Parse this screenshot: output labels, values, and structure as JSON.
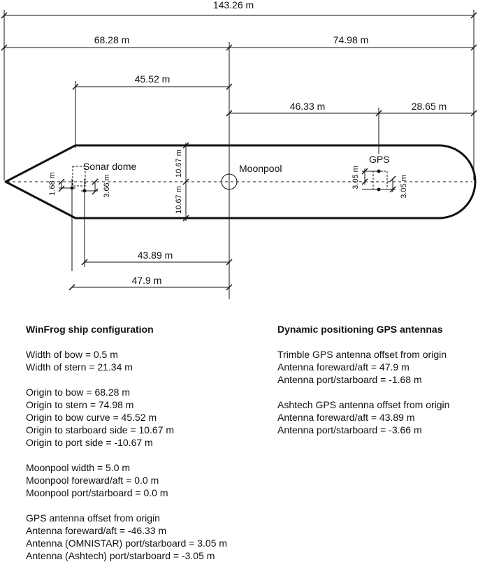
{
  "dimensions": {
    "total": "143.26 m",
    "origin_to_bow": "68.28 m",
    "origin_to_stern": "74.98 m",
    "bow_curve": "45.52 m",
    "gps_from_origin": "46.33 m",
    "gps_to_stern": "28.65 m",
    "ashtech_fa": "43.89 m",
    "trimble_fa": "47.9 m",
    "starboard_side": "10.67 m",
    "port_side": "10.67 m",
    "trimble_ps": "1.68 m",
    "ashtech_ps": "3.66 m",
    "gps_omni_ps": "3.05 m",
    "gps_ash_ps": "3.05 m"
  },
  "labels": {
    "sonar_dome": "Sonar dome",
    "moonpool": "Moonpool",
    "gps": "GPS"
  },
  "left_notes": {
    "heading": "WinFrog ship configuration",
    "groups": [
      [
        "Width of bow = 0.5 m",
        "Width of stern = 21.34 m"
      ],
      [
        "Origin to bow = 68.28 m",
        "Origin to stern = 74.98 m",
        "Origin to bow curve = 45.52 m",
        "Origin to starboard side = 10.67 m",
        "Origin to port side = -10.67 m"
      ],
      [
        "Moonpool width = 5.0 m",
        "Moonpool foreward/aft = 0.0 m",
        "Moonpool port/starboard = 0.0 m"
      ],
      [
        "GPS antenna offset from origin",
        "Antenna foreward/aft = -46.33 m",
        "Antenna (OMNISTAR) port/starboard = 3.05 m",
        "Antenna (Ashtech) port/starboard = -3.05 m"
      ]
    ]
  },
  "right_notes": {
    "heading": "Dynamic positioning GPS antennas",
    "groups": [
      [
        "Trimble GPS antenna offset from origin",
        "Antenna foreward/aft = 47.9 m",
        "Antenna port/starboard = -1.68 m"
      ],
      [
        "Ashtech GPS antenna offset from origin",
        "Antenna foreward/aft = 43.89 m",
        "Antenna port/starboard = -3.66 m"
      ]
    ]
  }
}
